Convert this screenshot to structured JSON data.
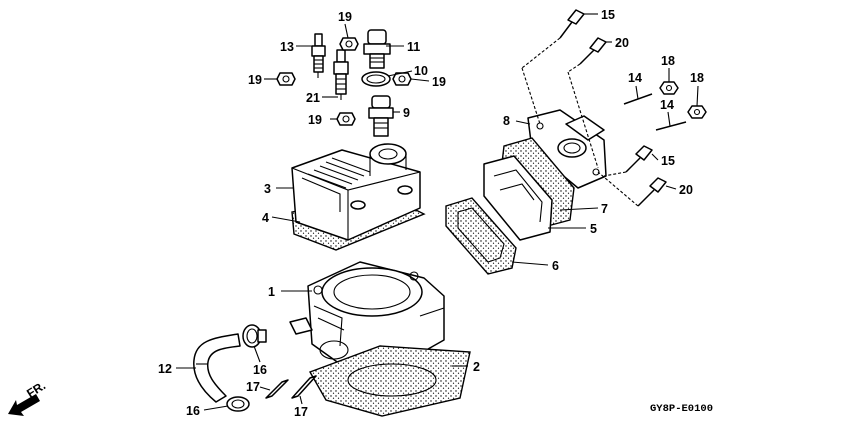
{
  "diagram_code": "GY8P-E0100",
  "front_marker": "FR.",
  "callouts": {
    "c1": "1",
    "c2": "2",
    "c3": "3",
    "c4": "4",
    "c5": "5",
    "c6": "6",
    "c7": "7",
    "c8": "8",
    "c9": "9",
    "c10": "10",
    "c11": "11",
    "c12": "12",
    "c13": "13",
    "c14a": "14",
    "c14b": "14",
    "c15a": "15",
    "c15b": "15",
    "c16a": "16",
    "c16b": "16",
    "c17a": "17",
    "c17b": "17",
    "c18a": "18",
    "c18b": "18",
    "c19a": "19",
    "c19b": "19",
    "c19c": "19",
    "c19d": "19",
    "c20a": "20",
    "c20b": "20",
    "c21": "21"
  }
}
